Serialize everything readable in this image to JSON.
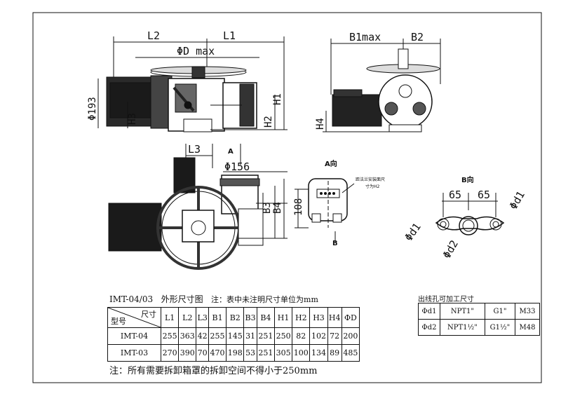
{
  "drawing": {
    "front_view": {
      "dims": {
        "l2": "L2",
        "l1": "L1",
        "od_max": "ΦD max",
        "d193": "Φ193",
        "h3": "H3",
        "h2": "H2",
        "h1": "H1"
      }
    },
    "side_view": {
      "dims": {
        "b1max": "B1max",
        "b2": "B2",
        "h4": "H4"
      }
    },
    "top_view": {
      "dims": {
        "l3": "L3",
        "d156": "Φ156",
        "b3": "B3",
        "b4": "B4",
        "d108": "108",
        "arrow_a": "A"
      }
    },
    "view_a": {
      "title": "A向",
      "note_line1": "距法兰安装面尺",
      "note_line2": "寸为H2",
      "arrow_b": "B"
    },
    "view_b": {
      "title": "B向",
      "dims": {
        "s1": "65",
        "s2": "65",
        "d1_right": "Φd1",
        "d1_left": "Φd1",
        "d2": "Φd2"
      }
    }
  },
  "spec_table": {
    "caption_model": "IMT-04/03",
    "caption_title": "外形尺寸图",
    "caption_note": "注：表中未注明尺寸单位为mm",
    "corner_top": "尺寸",
    "corner_bottom": "型号",
    "headers": [
      "L1",
      "L2",
      "L3",
      "B1",
      "B2",
      "B3",
      "B4",
      "H1",
      "H2",
      "H3",
      "H4",
      "ΦD"
    ],
    "rows": [
      {
        "model": "IMT-04",
        "values": [
          "255",
          "363",
          "42",
          "255",
          "145",
          "31",
          "251",
          "250",
          "82",
          "102",
          "72",
          "200"
        ]
      },
      {
        "model": "IMT-03",
        "values": [
          "270",
          "390",
          "70",
          "470",
          "198",
          "53",
          "251",
          "305",
          "100",
          "134",
          "89",
          "485"
        ]
      }
    ]
  },
  "bore_table": {
    "title": "出线孔可加工尺寸",
    "rows": [
      {
        "label": "Φd1",
        "c1": "NPT1\"",
        "c2": "G1\"",
        "c3": "M33"
      },
      {
        "label": "Φd2",
        "c1": "NPT1½\"",
        "c2": "G1½\"",
        "c3": "M48"
      }
    ]
  },
  "footer_note": "注：所有需要拆卸箱罩的拆卸空间不得小于250mm"
}
